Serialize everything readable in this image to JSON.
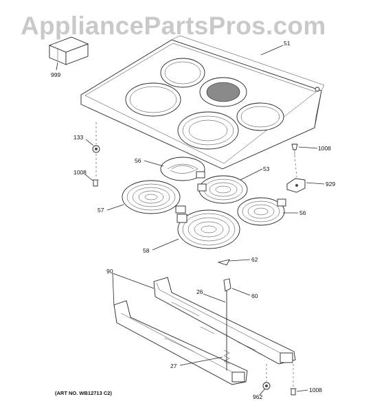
{
  "watermark": "AppliancePartsPros.com",
  "art_number": "(ART NO. WB12713 C2)",
  "parts": {
    "p999": "999",
    "p51": "51",
    "p133": "133",
    "p1008a": "1008",
    "p1008b": "1008",
    "p1008c": "1008",
    "p56a": "56",
    "p56b": "56",
    "p53": "53",
    "p929": "929",
    "p57": "57",
    "p58": "58",
    "p62": "62",
    "p90": "90",
    "p26": "26",
    "p60": "60",
    "p27": "27",
    "p962": "962"
  }
}
